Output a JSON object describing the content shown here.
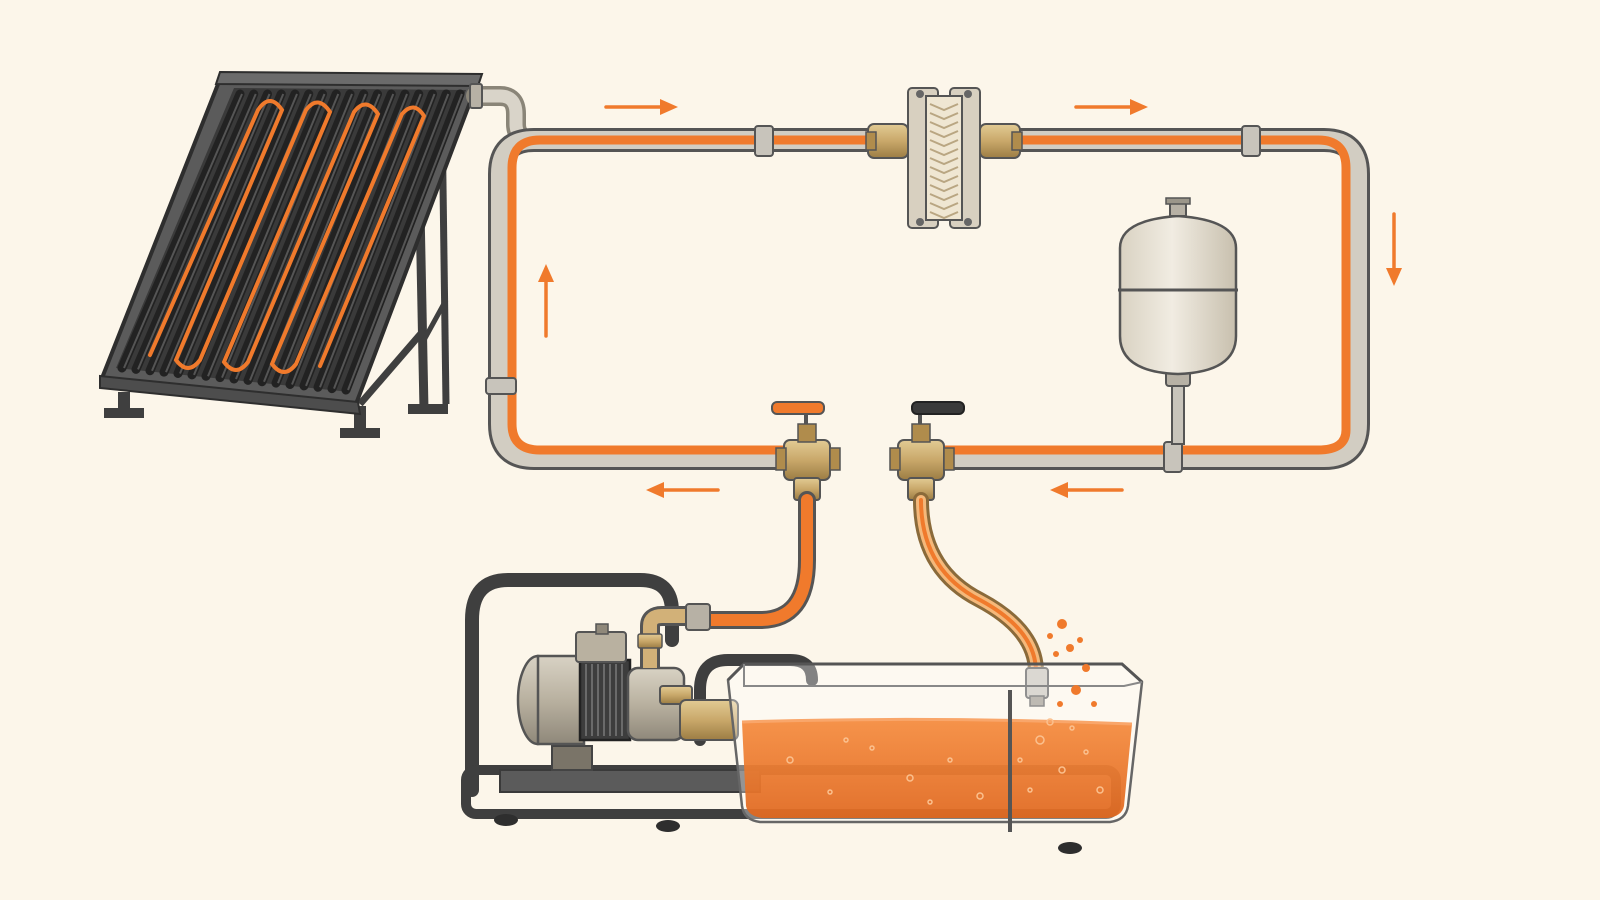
{
  "diagram": {
    "components": [
      {
        "id": "solar-collector",
        "kind": "flat-plate solar collector"
      },
      {
        "id": "heat-exchanger",
        "kind": "plate heat exchanger"
      },
      {
        "id": "expansion-tank",
        "kind": "expansion vessel"
      },
      {
        "id": "supply-valve",
        "kind": "ball valve with tee"
      },
      {
        "id": "return-valve",
        "kind": "ball valve with tee"
      },
      {
        "id": "circulation-pump",
        "kind": "electric pump on frame"
      },
      {
        "id": "fluid-tank",
        "kind": "open reservoir"
      }
    ],
    "flow_arrows": [
      {
        "id": "top-left",
        "direction": "right"
      },
      {
        "id": "top-right",
        "direction": "right"
      },
      {
        "id": "right-side",
        "direction": "down"
      },
      {
        "id": "bottom-right",
        "direction": "left"
      },
      {
        "id": "bottom-left",
        "direction": "left"
      },
      {
        "id": "left-side",
        "direction": "up"
      }
    ],
    "colors": {
      "background": "#fcf6ea",
      "fluid": "#f07a2c",
      "pipe_outline": "#555555",
      "pipe_metal": "#c8c4bb",
      "frame": "#4a4a4a",
      "brass": "#c9a86a",
      "vessel": "#e9e3d6"
    }
  }
}
